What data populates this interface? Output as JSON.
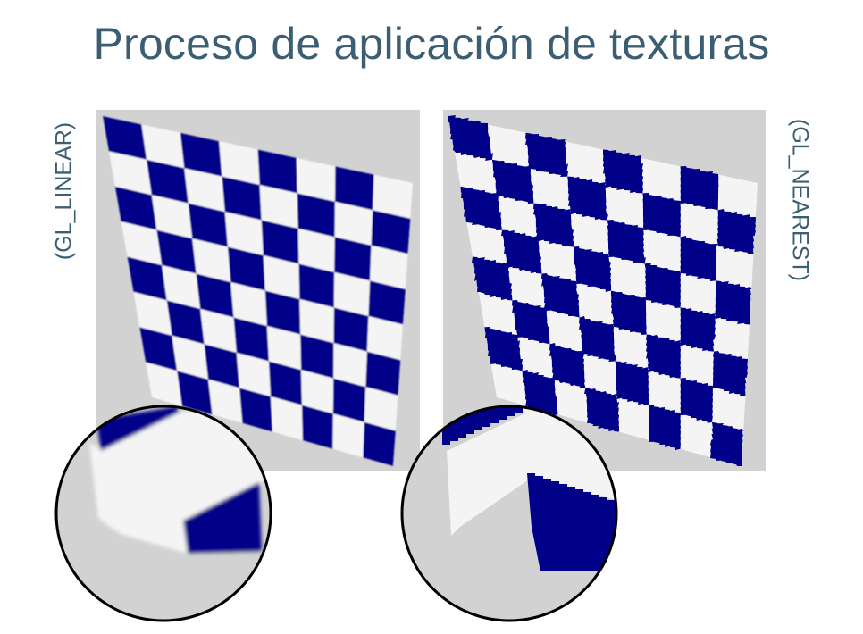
{
  "slide": {
    "title": "Proceso de aplicación de texturas",
    "label_left": "(GL_LINEAR)",
    "label_right": "(GL_NEAREST)"
  },
  "colors": {
    "title": "#3b5e72",
    "board_dark": "#000088",
    "board_light": "#f4f4f4",
    "panel_bg": "#d2d2d2"
  },
  "boards": [
    {
      "filter": "linear",
      "rows": 8,
      "cols": 8
    },
    {
      "filter": "nearest",
      "rows": 8,
      "cols": 8
    }
  ]
}
